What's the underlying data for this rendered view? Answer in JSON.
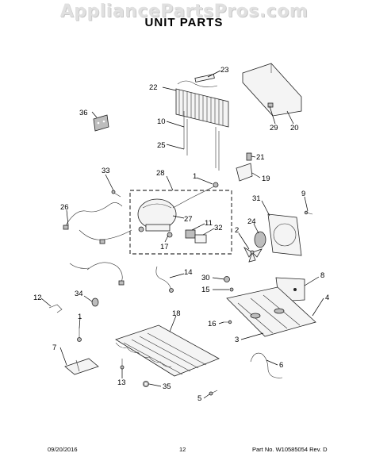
{
  "watermark": "AppliancePartsPros.com",
  "title": "UNIT PARTS",
  "footer": {
    "date": "09/20/2016",
    "page": "12",
    "part_number": "Part No. W10585054  Rev. D"
  },
  "callouts": {
    "c1a": "1",
    "c1b": "1",
    "c2": "2",
    "c3": "3",
    "c4": "4",
    "c5": "5",
    "c6": "6",
    "c7": "7",
    "c8": "8",
    "c9": "9",
    "c10": "10",
    "c11": "11",
    "c12": "12",
    "c13": "13",
    "c14": "14",
    "c15": "15",
    "c16": "16",
    "c17": "17",
    "c18": "18",
    "c19": "19",
    "c20": "20",
    "c21": "21",
    "c22": "22",
    "c23": "23",
    "c24": "24",
    "c25": "25",
    "c26": "26",
    "c27": "27",
    "c28": "28",
    "c29": "29",
    "c30": "30",
    "c31": "31",
    "c32": "32",
    "c33": "33",
    "c34": "34",
    "c35": "35",
    "c36": "36"
  }
}
